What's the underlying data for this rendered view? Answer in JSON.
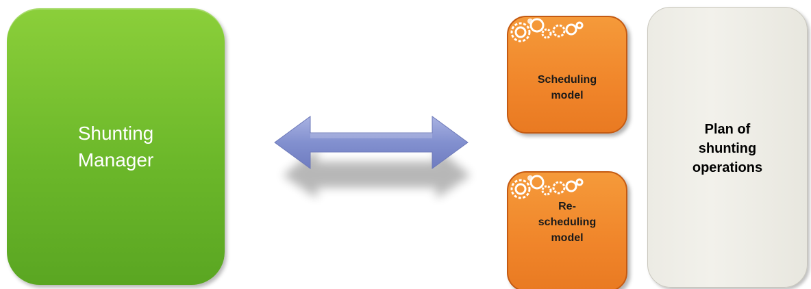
{
  "manager": {
    "label_line1": "Shunting",
    "label_line2": "Manager",
    "color": "#6cb82a"
  },
  "arrow": {
    "color": "#7e8ac9",
    "direction": "bidirectional"
  },
  "models": [
    {
      "line1": "Scheduling",
      "line2": "model",
      "line3": ""
    },
    {
      "line1": "Re-",
      "line2": "scheduling",
      "line3": "model"
    }
  ],
  "model_style": {
    "color": "#f0852a",
    "icon": "gears-icon"
  },
  "plan": {
    "line1": "Plan of",
    "line2": "shunting",
    "line3": "operations",
    "color": "#efeee8"
  }
}
